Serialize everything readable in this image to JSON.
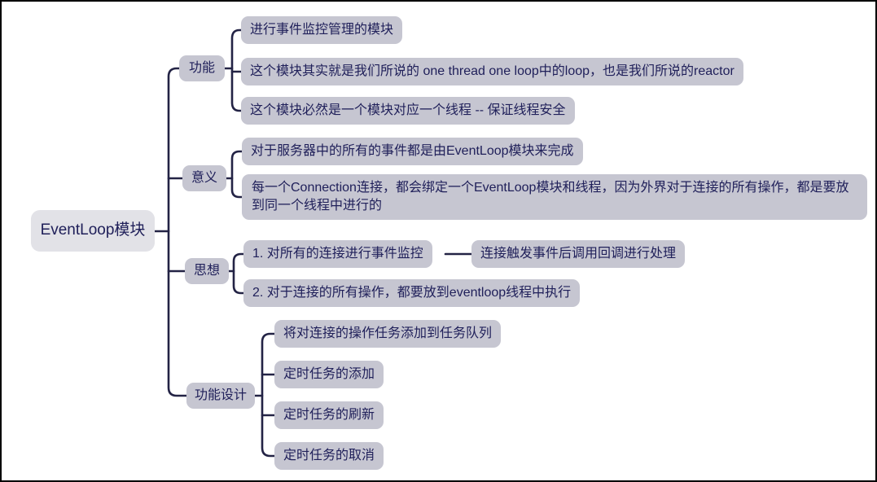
{
  "colors": {
    "canvas_bg": "#ffffff",
    "canvas_border": "#000000",
    "node_fill": "#c6c6d1",
    "root_fill": "#e2e2e7",
    "text": "#20205a",
    "line": "#232345"
  },
  "mindmap": {
    "root": {
      "label": "EventLoop模块"
    },
    "branches": [
      {
        "label": "功能",
        "children": [
          {
            "label": "进行事件监控管理的模块"
          },
          {
            "label": "这个模块其实就是我们所说的 one thread one loop中的loop，也是我们所说的reactor"
          },
          {
            "label": "这个模块必然是一个模块对应一个线程 -- 保证线程安全"
          }
        ]
      },
      {
        "label": "意义",
        "children": [
          {
            "label": "对于服务器中的所有的事件都是由EventLoop模块来完成"
          },
          {
            "label": "每一个Connection连接，都会绑定一个EventLoop模块和线程，因为外界对于连接的所有操作，都是要放到同一个线程中进行的"
          }
        ]
      },
      {
        "label": "思想",
        "children": [
          {
            "label": "1. 对所有的连接进行事件监控",
            "children": [
              {
                "label": "连接触发事件后调用回调进行处理"
              }
            ]
          },
          {
            "label": "2. 对于连接的所有操作，都要放到eventloop线程中执行"
          }
        ]
      },
      {
        "label": "功能设计",
        "children": [
          {
            "label": "将对连接的操作任务添加到任务队列"
          },
          {
            "label": "定时任务的添加"
          },
          {
            "label": "定时任务的刷新"
          },
          {
            "label": "定时任务的取消"
          }
        ]
      }
    ]
  }
}
